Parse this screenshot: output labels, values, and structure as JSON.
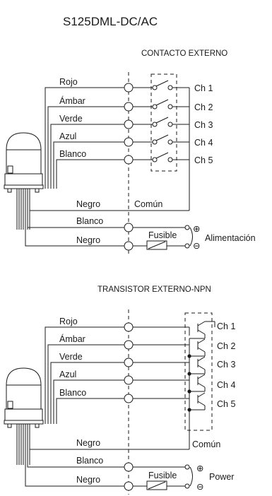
{
  "title": "S125DML-DC/AC",
  "contact": {
    "header": "CONTACTO EXTERNO",
    "wires": [
      "Rojo",
      "Ámbar",
      "Verde",
      "Azul",
      "Blanco"
    ],
    "channels": [
      "Ch 1",
      "Ch 2",
      "Ch 3",
      "Ch 4",
      "Ch 5"
    ],
    "negro1": "Negro",
    "comun": "Común",
    "blanco": "Blanco",
    "negro2": "Negro",
    "fusible": "Fusible",
    "power": "Alimentación"
  },
  "transistor": {
    "header": "TRANSISTOR EXTERNO-NPN",
    "wires": [
      "Rojo",
      "Ámbar",
      "Verde",
      "Azul",
      "Blanco"
    ],
    "channels": [
      "Ch 1",
      "Ch 2",
      "Ch 3",
      "Ch 4",
      "Ch 5"
    ],
    "negro1": "Negro",
    "comun": "Común",
    "blanco": "Blanco",
    "negro2": "Negro",
    "fusible": "Fusible",
    "power": "Power"
  },
  "symbols": {
    "plus": "⊕",
    "minus": "⊖"
  }
}
